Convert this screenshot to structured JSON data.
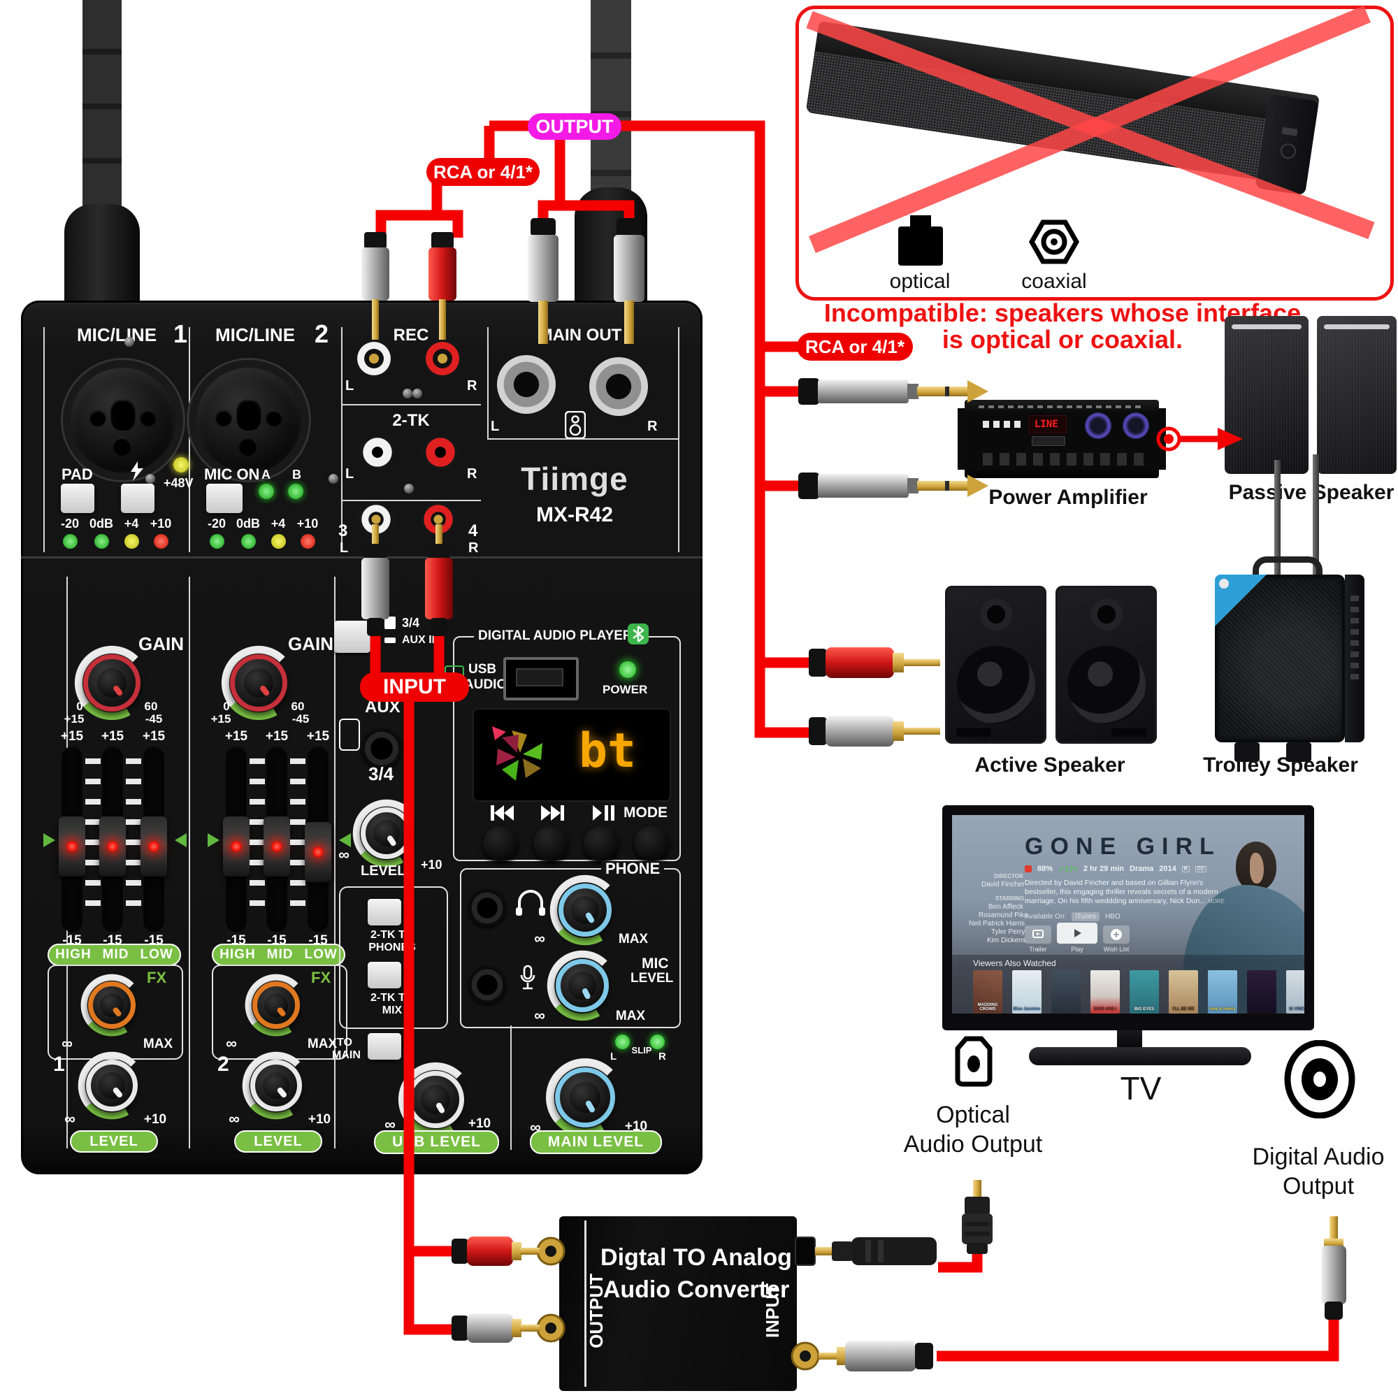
{
  "pills": {
    "output": "OUTPUT",
    "rca_top": "RCA or 4/1*",
    "rca_mid": "RCA or 4/1*",
    "input": "INPUT"
  },
  "incompatible": {
    "line1": "Incompatible: speakers whose interface",
    "line2": "is optical or coaxial.",
    "optical": "optical",
    "coaxial": "coaxial"
  },
  "devices": {
    "power_amplifier": "Power Amplifier",
    "passive_speaker": "Passive Speaker",
    "active_speaker": "Active Speaker",
    "trolley_speaker": "Trolley Speaker",
    "tv": "TV",
    "optical_out_1": "Optical",
    "optical_out_2": "Audio Output",
    "digital_out_1": "Digital Audio",
    "digital_out_2": "Output"
  },
  "amp": {
    "display": "LINE"
  },
  "converter": {
    "title1": "Digtal TO Analog",
    "title2": "Audio Converter",
    "output": "OUTPUT",
    "input": "INPUT"
  },
  "mixer": {
    "brand": "Tiimge",
    "model": "MX-R42",
    "mic_line": "MIC/LINE",
    "ch1": "1",
    "ch2": "2",
    "pad": "PAD",
    "mic_on": "MIC ON",
    "phantom": "+48V",
    "a": "A",
    "b": "B",
    "meter": [
      "-20",
      "0dB",
      "+4",
      "+10"
    ],
    "rec": "REC",
    "two_tk": "2-TK",
    "main_out": "MAIN OUT",
    "l": "L",
    "r": "R",
    "ch3": "3",
    "ch4": "4",
    "gain": "GAIN",
    "g0": "0",
    "g15": "+15",
    "g60": "60",
    "g45": "-45",
    "fplus": "+15",
    "fminus": "-15",
    "eq": [
      "HIGH",
      "MID",
      "LOW"
    ],
    "fx": "FX",
    "inf": "∞",
    "max": "MAX",
    "level": "LEVEL",
    "p10": "+10",
    "sw34": "3/4",
    "aux_in": "AUX IN",
    "aux": "AUX",
    "ch34": "3/4",
    "dap": "DIGITAL AUDIO PLAYER",
    "usb": "USB",
    "audio": "AUDIO",
    "power": "POWER",
    "display": "bt",
    "mode": "MODE",
    "tk_phones_1": "2-TK TO",
    "tk_phones_2": "PHONES",
    "tk_mix_1": "2-TK TO",
    "tk_mix_2": "MIX",
    "to_main_1": "TO",
    "to_main_2": "MAIN",
    "phone": "PHONE",
    "mic": "MIC",
    "usb_level": "USB LEVEL",
    "main_level": "MAIN LEVEL",
    "slip": "SLIP"
  },
  "tv": {
    "title": "GONE GIRL",
    "rating": "88%",
    "age": "17+",
    "duration": "2 hr 29 min",
    "genre": "Drama",
    "year": "2014",
    "director_label": "DIRECTOR",
    "director": "David Fincher",
    "starring_label": "STARRING",
    "stars": [
      "Ben Affleck",
      "Rosamund Pike",
      "Neil Patrick Harris",
      "Tyler Perry",
      "Kim Dickens"
    ],
    "desc1": "Directed by David Fincher and based on Gillian Flynn's",
    "desc2": "bestseller, this engaging thriller reveals secrets of a modern",
    "desc3": "marriage. On his fifth weddding anniversary, Nick Dun...",
    "more": "MORE",
    "available": "Available On:",
    "itunes": "iTunes",
    "hbo": "HBO",
    "trailer": "Trailer",
    "play": "Play",
    "wishlist": "Wish List",
    "also": "Viewers Also Watched",
    "posters": [
      "MADDING CROWD",
      "Blue Jasmine",
      "",
      "DIOR AND I",
      "BIG EYES",
      "I'LL BE ME",
      "love & mercy",
      "",
      "St VINCENT"
    ]
  }
}
